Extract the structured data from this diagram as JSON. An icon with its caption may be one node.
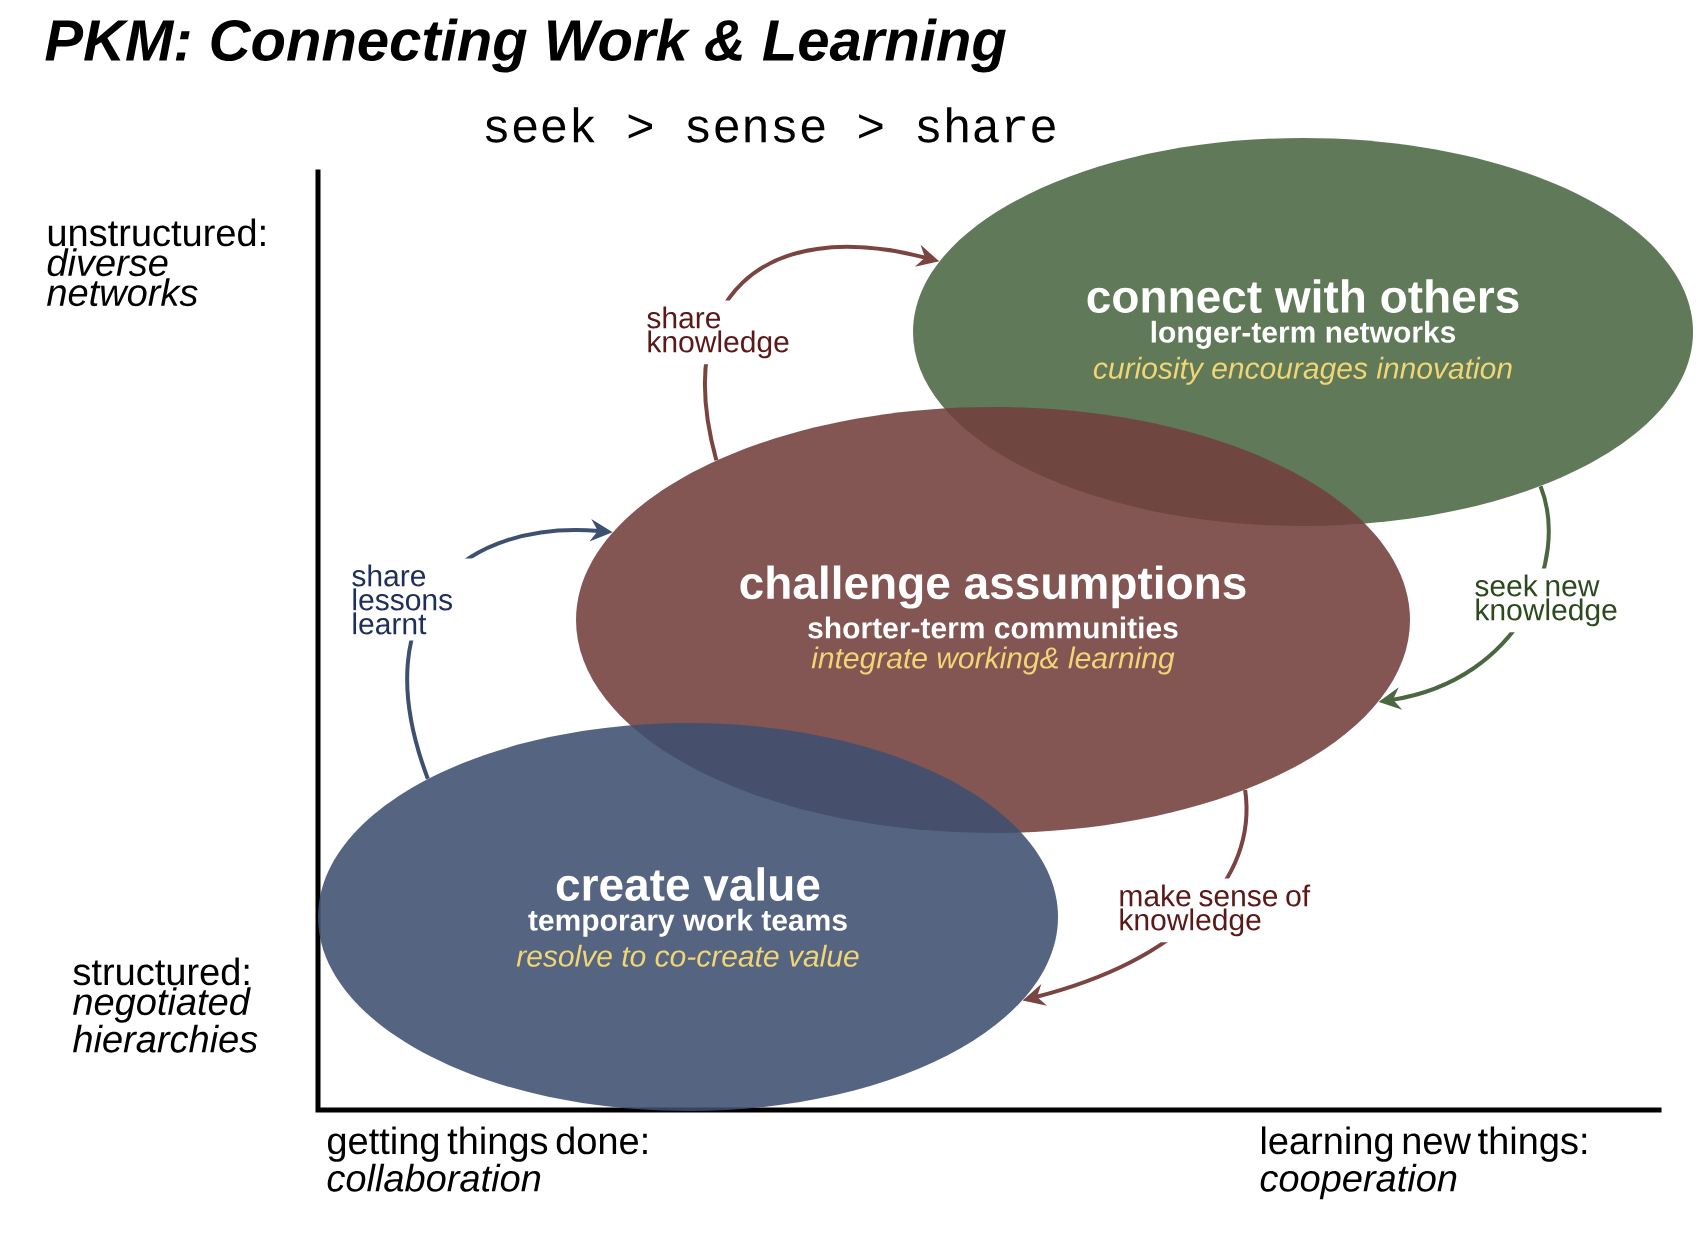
{
  "diagram": {
    "title": "PKM: Connecting Work & Learning",
    "nodes": [
      {
        "text": [
          "connect with others",
          "longer-term networks",
          "curiosity encourages innovation"
        ]
      },
      {
        "text": [
          "challenge assumptions",
          "shorter-term communities",
          "integrate working& learning"
        ]
      },
      {
        "text": [
          "create value",
          "temporary work teams",
          "resolve to co-create value"
        ]
      }
    ],
    "edges": [
      {
        "from": 1,
        "to": 0,
        "arrow": "to",
        "label": "share knowledge",
        "color": "#7a4540"
      },
      {
        "from": 0,
        "to": 1,
        "arrow": "to",
        "label": "seek new knowledge",
        "color": "#4a6741"
      },
      {
        "from": 1,
        "to": 2,
        "arrow": "to",
        "label": "make sense of knowledge",
        "color": "#7a4540"
      },
      {
        "from": 2,
        "to": 1,
        "arrow": "to",
        "label": "share lessons learnt",
        "color": "#3d5070"
      }
    ],
    "labels": [
      "seek > sense > share",
      "unstructured: *diverse networks*",
      "structured: *negotiated hierarchies*",
      "getting things done: *collaboration*",
      "learning new things: *cooperation*"
    ]
  }
}
